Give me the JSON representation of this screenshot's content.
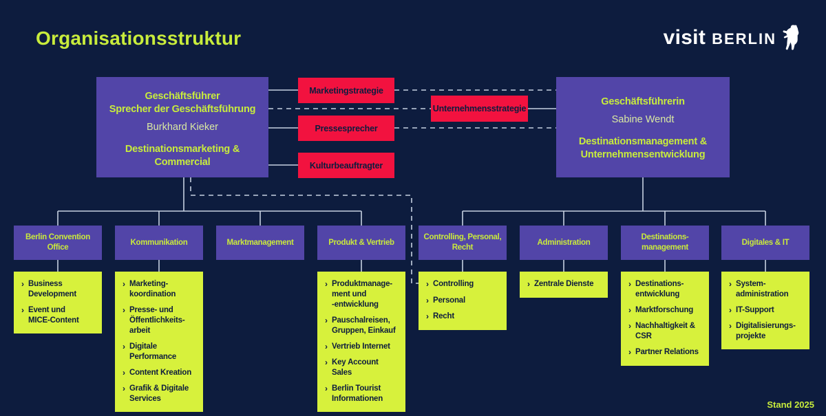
{
  "page": {
    "title": "Organisationsstruktur",
    "stand": "Stand 2025"
  },
  "logo": {
    "visit": "visit",
    "berlin": "BERLIN"
  },
  "icons": {
    "chevron_bullet": "›",
    "bear": "berlin-bear-icon"
  },
  "colors": {
    "background": "#0d1c3e",
    "purple": "#5245a8",
    "red": "#f2123f",
    "lime_box": "#d7f13c",
    "lime_text": "#c8ec3c",
    "pale_name_text": "#d9e9a2",
    "connector_line": "#c6d1e2",
    "dark_text": "#0d1c3e",
    "logo_white": "#ffffff"
  },
  "executives": {
    "left": {
      "role_line1": "Geschäftsführer",
      "role_line2": "Sprecher der Geschäftsführung",
      "name": "Burkhard Kieker",
      "division": "Destinationsmarketing &\nCommercial"
    },
    "right": {
      "role_line1": "Geschäftsführerin",
      "name": "Sabine Wendt",
      "division": "Destinationsmanagement &\nUnternehmensentwicklung"
    }
  },
  "staff_units": [
    {
      "label": "Marketingstrategie"
    },
    {
      "label": "Unternehmensstrategie"
    },
    {
      "label": "Pressesprecher"
    },
    {
      "label": "Kulturbeauftragter"
    }
  ],
  "departments": [
    {
      "title": "Berlin Convention\nOffice",
      "items": [
        "Business\nDevelopment",
        "Event und\nMICE-Content"
      ]
    },
    {
      "title": "Kommunikation",
      "items": [
        "Marketing-\nkoordination",
        "Presse- und\nÖffentlichkeits-\narbeit",
        "Digitale\nPerformance",
        "Content Kreation",
        "Grafik & Digitale\nServices"
      ]
    },
    {
      "title": "Marktmanagement",
      "items": []
    },
    {
      "title": "Produkt & Vertrieb",
      "items": [
        "Produktmanage-\nment und\n-entwicklung",
        "Pauschalreisen,\nGruppen, Einkauf",
        "Vertrieb Internet",
        "Key Account Sales",
        "Berlin Tourist\nInformationen"
      ]
    },
    {
      "title": "Controlling, Personal,\nRecht",
      "items": [
        "Controlling",
        "Personal",
        "Recht"
      ]
    },
    {
      "title": "Administration",
      "items": [
        "Zentrale Dienste"
      ]
    },
    {
      "title": "Destinations-\nmanagement",
      "items": [
        "Destinations-\nentwicklung",
        "Marktforschung",
        "Nachhaltigkeit &\nCSR",
        "Partner Relations"
      ]
    },
    {
      "title": "Digitales & IT",
      "items": [
        "System-\nadministration",
        "IT-Support",
        "Digitalisierungs-\nprojekte"
      ]
    }
  ]
}
